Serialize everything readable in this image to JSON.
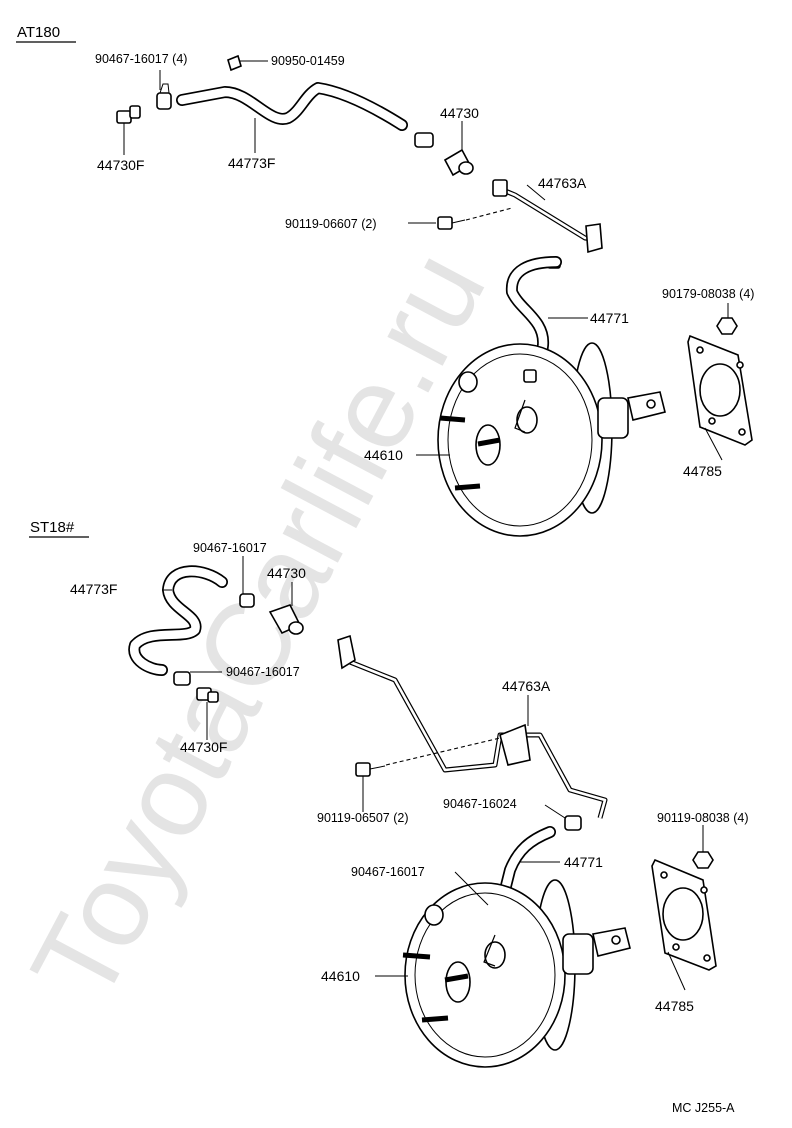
{
  "watermark": "ToyotaCarlife.ru",
  "sections": [
    {
      "title": "AT180",
      "labels": [
        "90467-16017 (4)",
        "90950-01459",
        "44730F",
        "44773F",
        "44730",
        "44763A",
        "90119-06607 (2)",
        "44771",
        "90179-08038 (4)",
        "44610",
        "44785"
      ]
    },
    {
      "title": "ST18#",
      "labels": [
        "90467-16017",
        "44773F",
        "44730",
        "90467-16017",
        "44730F",
        "44763A",
        "90119-06507 (2)",
        "90467-16024",
        "90119-08038 (4)",
        "90467-16017",
        "44771",
        "44610",
        "44785"
      ]
    }
  ],
  "footer_code": "MC J255-A"
}
